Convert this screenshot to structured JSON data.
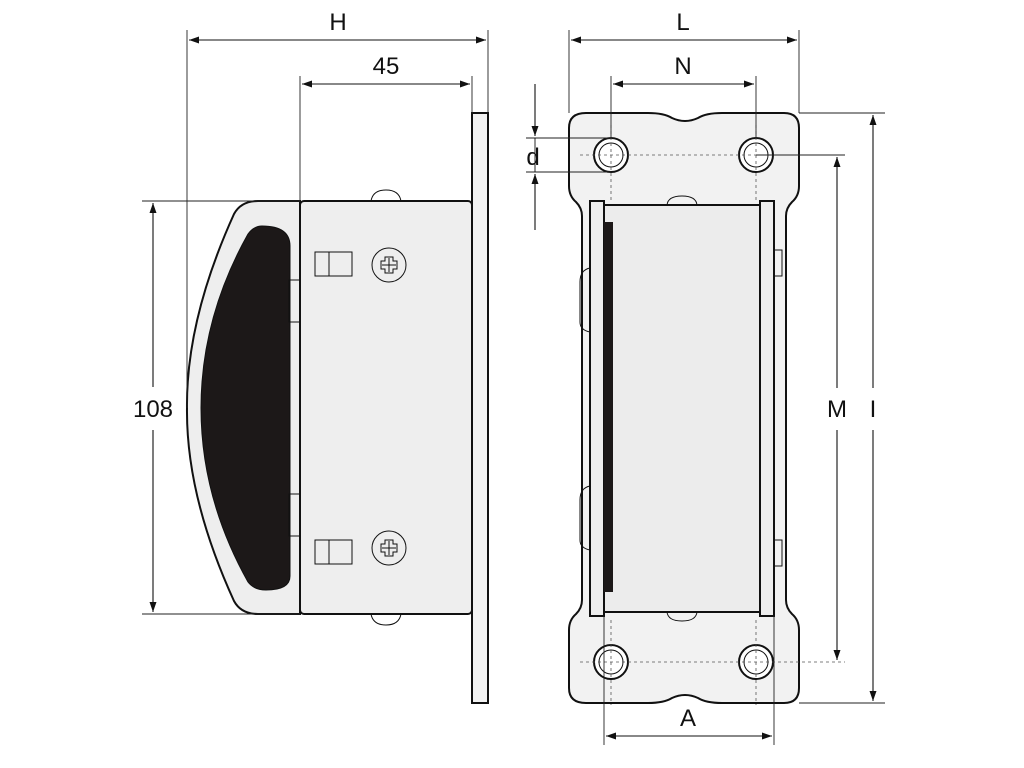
{
  "drawing": {
    "side_view": {
      "dimensions": {
        "overall_depth": "H",
        "body_depth": "45",
        "height": "108"
      }
    },
    "front_view": {
      "dimensions": {
        "overall_width": "L",
        "hole_spacing_horizontal": "N",
        "hole_diameter": "d",
        "hole_spacing_vertical": "M",
        "overall_height": "I",
        "base_width": "A"
      }
    },
    "colors": {
      "line": "#111111",
      "body_fill": "#eeeeee",
      "plate_fill": "#f2f2f2",
      "pad_fill": "#1c1818"
    }
  }
}
